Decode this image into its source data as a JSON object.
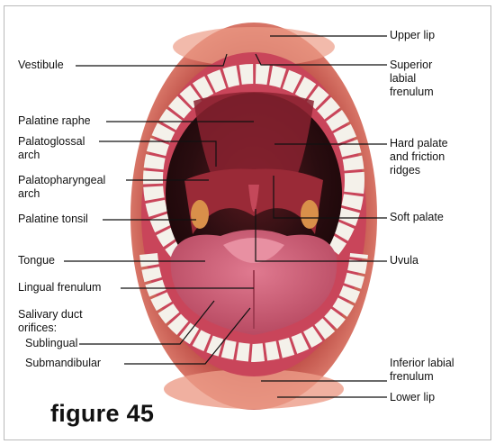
{
  "figure_caption": "figure 45",
  "labels": {
    "vestibule": "Vestibule",
    "palatine_raphe": "Palatine raphe",
    "palatoglossal_arch": "Palatoglossal\narch",
    "palatopharyngeal_arch": "Palatopharyngeal\narch",
    "palatine_tonsil": "Palatine tonsil",
    "tongue": "Tongue",
    "lingual_frenulum": "Lingual frenulum",
    "salivary_duct_orifices": "Salivary duct\norifices:",
    "sublingual": "Sublingual",
    "submandibular": "Submandibular",
    "upper_lip": "Upper lip",
    "superior_labial_frenulum": "Superior\nlabial\nfrenulum",
    "hard_palate": "Hard palate\nand friction\nridges",
    "soft_palate": "Soft palate",
    "uvula": "Uvula",
    "inferior_labial_frenulum": "Inferior labial\nfrenulum",
    "lower_lip": "Lower lip"
  },
  "colors": {
    "lips": "#e07a6a",
    "lip_shadow": "#b8453f",
    "gums": "#c9455a",
    "teeth": "#f4f1ea",
    "oral_cavity": "#2a0d10",
    "palate": "#9a2a37",
    "tongue": "#d1627a",
    "leader_line": "#111111"
  }
}
